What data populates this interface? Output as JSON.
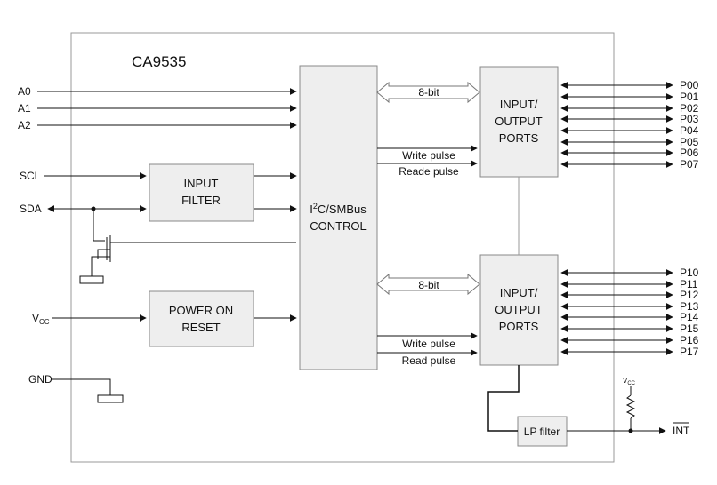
{
  "chip": {
    "name": "CA9535"
  },
  "inputs": {
    "a0": "A0",
    "a1": "A1",
    "a2": "A2",
    "scl": "SCL",
    "sda": "SDA",
    "gnd": "GND"
  },
  "vcc": {
    "main": "V",
    "main_sub": "CC",
    "int_pullup": "V",
    "int_pullup_sub": "CC"
  },
  "blocks": {
    "input_filter": [
      "INPUT",
      "FILTER"
    ],
    "power_on_reset": [
      "POWER ON",
      "RESET"
    ],
    "control": {
      "pre": "I",
      "sup": "2",
      "post": "C/SMBus",
      "line2": "CONTROL"
    },
    "io_port_0": [
      "INPUT/",
      "OUTPUT",
      "PORTS"
    ],
    "io_port_1": [
      "INPUT/",
      "OUTPUT",
      "PORTS"
    ],
    "lp_filter": "LP filter"
  },
  "buses": {
    "top_bus": "8-bit",
    "top_write": "Write pulse",
    "top_read": "Reade pulse",
    "bottom_bus": "8-bit",
    "bottom_write": "Write pulse",
    "bottom_read": "Read pulse"
  },
  "ports": {
    "port0": [
      "P00",
      "P01",
      "P02",
      "P03",
      "P04",
      "P05",
      "P06",
      "P07"
    ],
    "port1": [
      "P10",
      "P11",
      "P12",
      "P13",
      "P14",
      "P15",
      "P16",
      "P17"
    ]
  },
  "int_output": "INT",
  "colors": {
    "block_fill": "#eeeeee",
    "line": "#111111",
    "border": "#999999"
  }
}
